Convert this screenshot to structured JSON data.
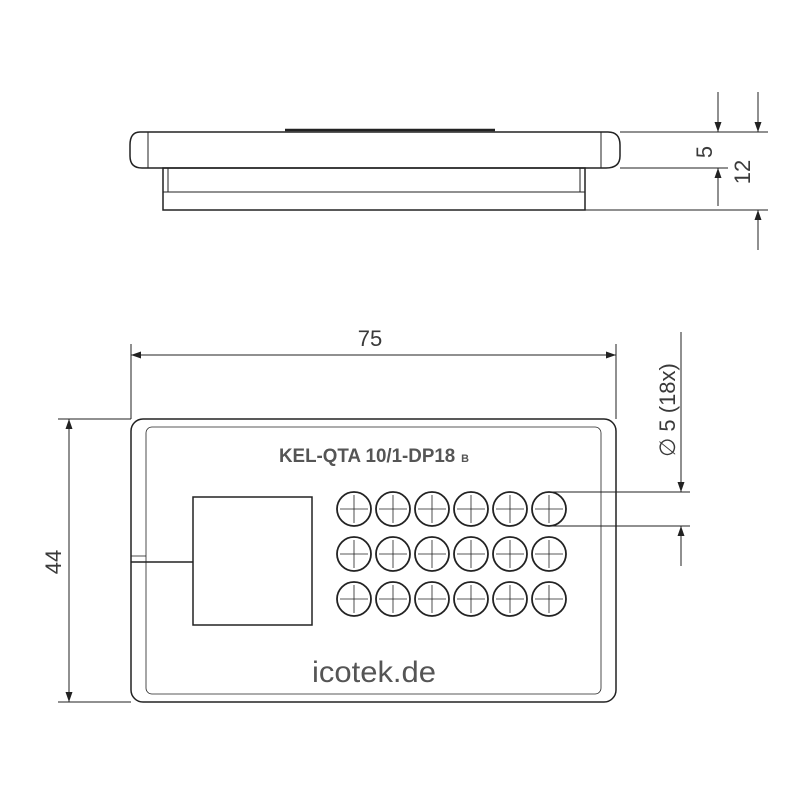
{
  "part_label": {
    "main": "KEL-QTA 10/1-DP18",
    "suffix": "B"
  },
  "brand": "icotek.de",
  "dimensions": {
    "width": "75",
    "height": "44",
    "flange": "5",
    "total_depth": "12",
    "hole": "∅ 5 (18x)"
  },
  "hole_grid": {
    "rows": 3,
    "cols": 6
  },
  "colors": {
    "line": "#222222",
    "text": "#555555"
  }
}
